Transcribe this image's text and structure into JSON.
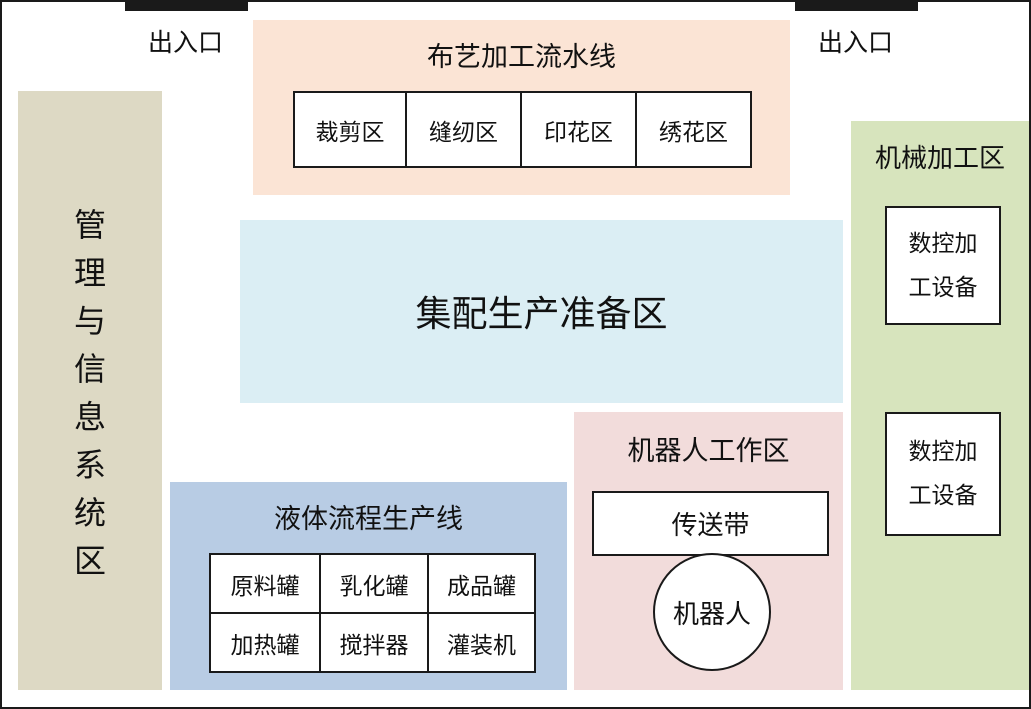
{
  "entrances": {
    "left": "出入口",
    "right": "出入口"
  },
  "management": {
    "label_chars": [
      "管",
      "理",
      "与",
      "信",
      "息",
      "系",
      "统",
      "区"
    ]
  },
  "textile_line": {
    "title": "布艺加工流水线",
    "cells": [
      "裁剪区",
      "缝纫区",
      "印花区",
      "绣花区"
    ]
  },
  "assembly": {
    "title": "集配生产准备区"
  },
  "machining": {
    "title": "机械加工区",
    "equipment": [
      {
        "line1": "数控加",
        "line2": "工设备"
      },
      {
        "line1": "数控加",
        "line2": "工设备"
      }
    ]
  },
  "liquid_line": {
    "title": "液体流程生产线",
    "row1": [
      "原料罐",
      "乳化罐",
      "成品罐"
    ],
    "row2": [
      "加热罐",
      "搅拌器",
      "灌装机"
    ]
  },
  "robot_area": {
    "title": "机器人工作区",
    "conveyor": "传送带",
    "robot": "机器人"
  },
  "colors": {
    "management": "#ddd9c4",
    "textile": "#fbe4d5",
    "assembly": "#dbeef4",
    "machining": "#d7e4bd",
    "liquid": "#b8cce4",
    "robot": "#f2dcdb"
  }
}
